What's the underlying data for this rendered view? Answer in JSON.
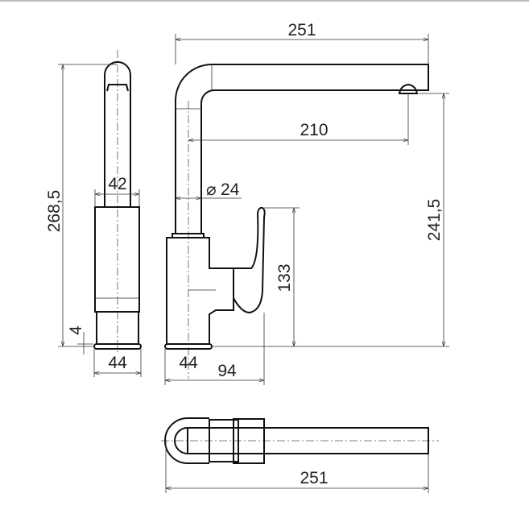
{
  "drawing": {
    "dimensions": {
      "spout_length": "251",
      "spout_reach": "210",
      "pipe_diameter": "24",
      "diameter_symbol": "⌀",
      "total_height": "268,5",
      "spout_height": "241,5",
      "lever_height": "133",
      "pipe_width_front": "42",
      "base_gap": "4",
      "base_width_front": "44",
      "base_width_side": "44",
      "depth_side": "94",
      "top_view_length": "251"
    }
  }
}
